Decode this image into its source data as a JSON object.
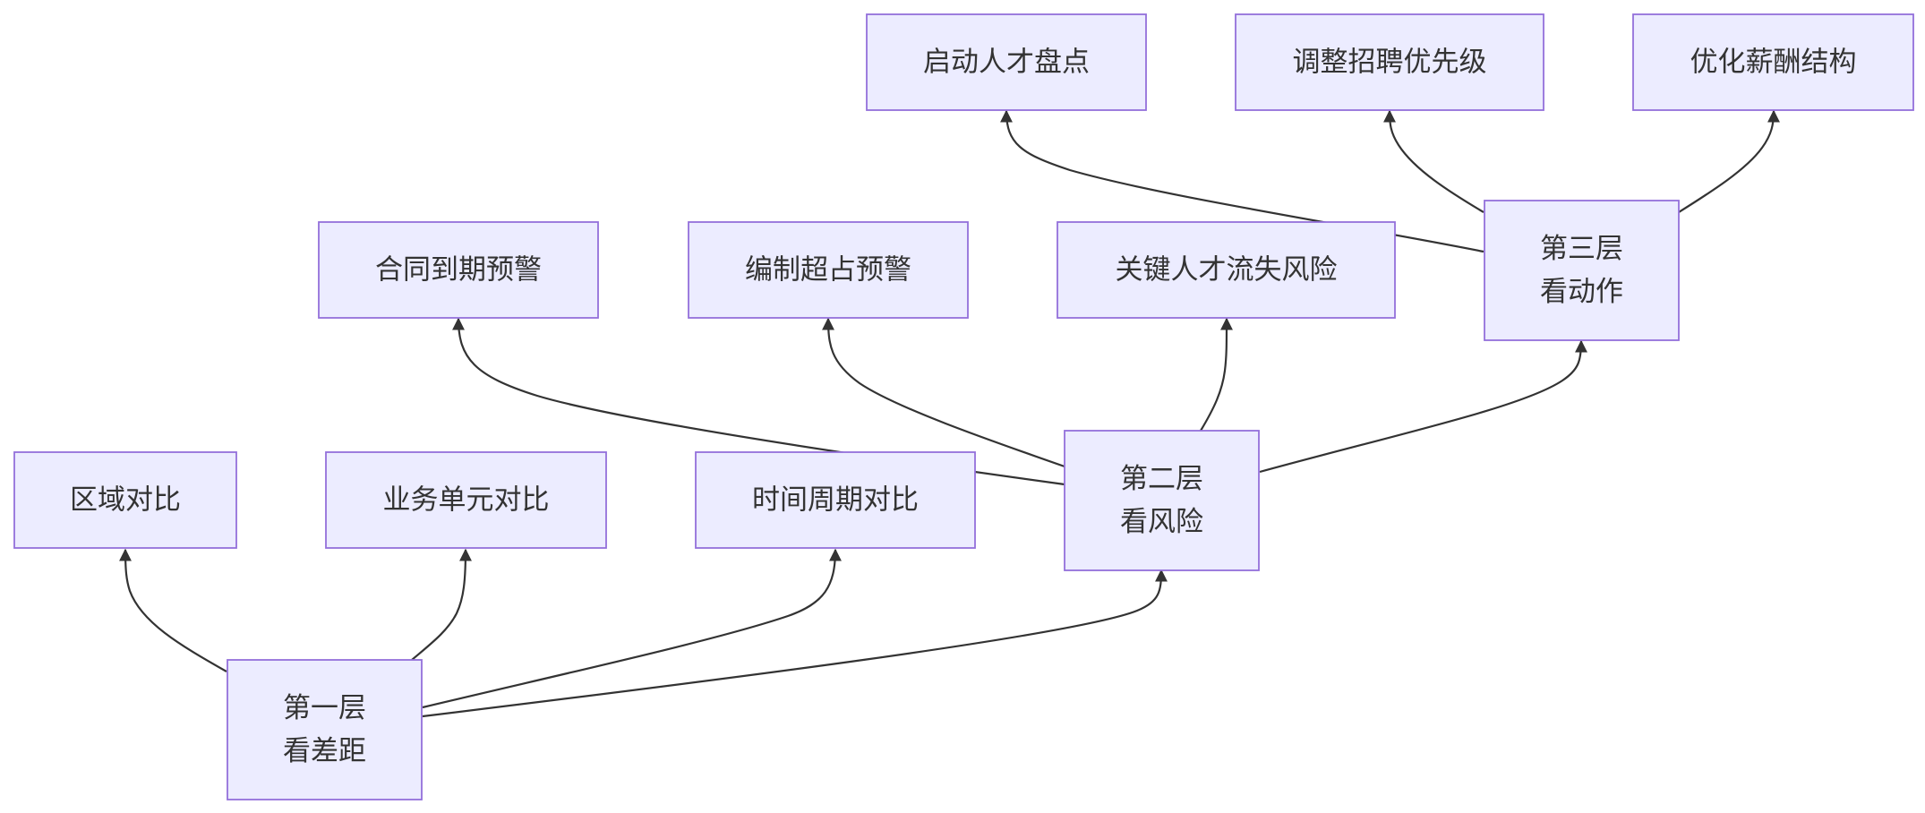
{
  "diagram": {
    "nodes": {
      "l1": {
        "lines": [
          "第一层",
          "看差距"
        ]
      },
      "region": {
        "lines": [
          "区域对比"
        ]
      },
      "bu": {
        "lines": [
          "业务单元对比"
        ]
      },
      "period": {
        "lines": [
          "时间周期对比"
        ]
      },
      "l2": {
        "lines": [
          "第二层",
          "看风险"
        ]
      },
      "contract": {
        "lines": [
          "合同到期预警"
        ]
      },
      "headcount": {
        "lines": [
          "编制超占预警"
        ]
      },
      "talent_loss": {
        "lines": [
          "关键人才流失风险"
        ]
      },
      "l3": {
        "lines": [
          "第三层",
          "看动作"
        ]
      },
      "inventory": {
        "lines": [
          "启动人才盘点"
        ]
      },
      "recruit": {
        "lines": [
          "调整招聘优先级"
        ]
      },
      "salary": {
        "lines": [
          "优化薪酬结构"
        ]
      }
    },
    "edges": [
      {
        "from": "l1",
        "to": "region"
      },
      {
        "from": "l1",
        "to": "bu"
      },
      {
        "from": "l1",
        "to": "period"
      },
      {
        "from": "l1",
        "to": "l2"
      },
      {
        "from": "l2",
        "to": "contract"
      },
      {
        "from": "l2",
        "to": "headcount"
      },
      {
        "from": "l2",
        "to": "talent_loss"
      },
      {
        "from": "l2",
        "to": "l3"
      },
      {
        "from": "l3",
        "to": "inventory"
      },
      {
        "from": "l3",
        "to": "recruit"
      },
      {
        "from": "l3",
        "to": "salary"
      }
    ]
  }
}
